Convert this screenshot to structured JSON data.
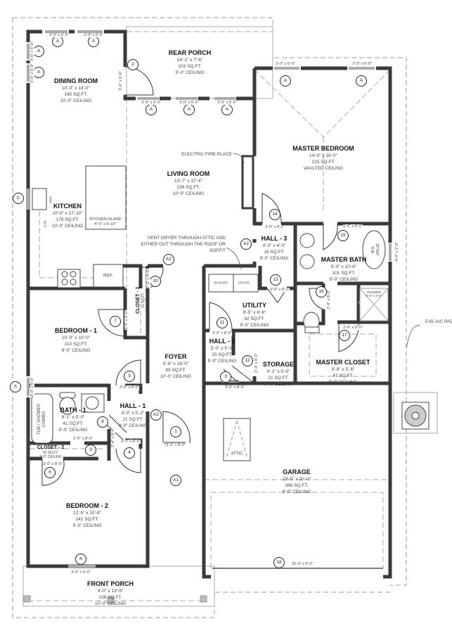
{
  "rooms": [
    {
      "name": "REAR PORCH",
      "dims": "14'-1\" x 7'-6\"",
      "area": "103 SQ.FT.",
      "ceiling": "9'-0\" CEILING"
    },
    {
      "name": "DINING ROOM",
      "dims": "10'-0\" x 14'-0\"",
      "area": "140 SQ.FT.",
      "ceiling": "10'-0\" CEILING"
    },
    {
      "name": "LIVING ROOM",
      "dims": "13'-7\" x 17'-4\"",
      "area": "236 SQ.FT.",
      "ceiling": "10'-0\" CEILING"
    },
    {
      "name": "MASTER BEDROOM",
      "dims": "14'-0\" x 16'-0\"",
      "area": "225 SQ.FT.",
      "ceiling": "VAULTED CEILING"
    },
    {
      "name": "KITCHEN",
      "dims": "10'-0\" x 17'-10\"",
      "area": "179 SQ.FT.",
      "ceiling": "10'-0\" CEILING"
    },
    {
      "name": "HALL - 3",
      "dims": "4'-0\" x 4'-0\"",
      "area": "16 SQ.FT.",
      "ceiling": "9'-0\" CEILING"
    },
    {
      "name": "MASTER BATH",
      "dims": "9'-9\" x 10'-6\"",
      "area": "101 SQ.FT.",
      "ceiling": "9'-0\" CEILING"
    },
    {
      "name": "UTILITY",
      "dims": "9'-5\" x 6'-6\"",
      "area": "62 SQ.FT.",
      "ceiling": "9'-0\" CEILING"
    },
    {
      "name": "BEDROOM - 1",
      "dims": "10'-0\" x 10'-0\"",
      "area": "110 SQ.FT.",
      "ceiling": "9'-0\" CEILING"
    },
    {
      "name": "HALL - 2",
      "dims": "5'-0\" x 5'-0\"",
      "area": "25 SQ.FT.",
      "ceiling": "9'-0\" CEILING"
    },
    {
      "name": "STORAGE",
      "dims": "4'-1\" x 5'-0\"",
      "area": "21 SQ.FT.",
      "ceiling": "9'-0\" CEILING"
    },
    {
      "name": "FOYER",
      "dims": "5'-6\" x 18'-0\"",
      "area": "99 SQ.FT.",
      "ceiling": "10'-0\" CEILING"
    },
    {
      "name": "MASTER CLOSET",
      "dims": "9'-9\" x 5'-6\"",
      "area": "47 SQ.FT.",
      "ceiling": "9'-0\" CEILING"
    },
    {
      "name": "HALL - 1",
      "dims": "4'-0\" x 5'-2\"",
      "area": "21 SQ.FT.",
      "ceiling": "9'-0\" CEILING"
    },
    {
      "name": "BATH - 1",
      "dims": "8'-1\" x 5'-0\"",
      "area": "41 SQ.FT.",
      "ceiling": "9'-0\" CEILING"
    },
    {
      "name": "CLOSET - 2",
      "dims": "",
      "area": "10 SQ.FT.",
      "ceiling": "9'-0\" CEILING"
    },
    {
      "name": "BEDROOM - 2",
      "dims": "12'-5\" x 10'-8\"",
      "area": "142 SQ.FT.",
      "ceiling": "9'-0\" CEILING"
    },
    {
      "name": "GARAGE",
      "dims": "19'-5\" x 20'-0\"",
      "area": "388 SQ.FT.",
      "ceiling": "9'-0\" CEILING"
    },
    {
      "name": "FRONT PORCH",
      "dims": "4'-0\" x 19'-9\"",
      "area": "156 SQ.FT.",
      "ceiling": "10'-0\" CEILING"
    },
    {
      "name": "CLOSET - 1",
      "dims": "",
      "area": "11 SQ.FT.",
      "ceiling": "9'-0\" CEILING"
    }
  ],
  "annotations": {
    "fireplace": "ELECTRIC FIRE PLACE",
    "dryer_vent": "VENT DRYER THROUGH ATTIC AND EITHER OUT THROUGH THE ROOF OR SOFFIT",
    "ac_pad": "5'x5' A/C PAD",
    "kitchen_island": "KITCHEN ISLAND",
    "kitchen_island_dims": "4'-0\" x 6'-10\"",
    "ref": "REF.",
    "washer": "WASHER",
    "dryer": "DRYER",
    "attic": "ATTIC",
    "tub": "TUB",
    "tub_dims": "30\"X60\"",
    "shower": "SHOWER",
    "shower_dims": "3'-0\" x 4'-0\"",
    "tub_shower": "TUB / SHOWER COMBO",
    "sink": "SINK",
    "dw": "D.W."
  },
  "tags": {
    "window_a": "A",
    "window_c": "C",
    "opening_a1": "A1",
    "opening_a2": "A2",
    "doors": [
      "1",
      "2",
      "3",
      "4",
      "5",
      "6",
      "7",
      "8",
      "9",
      "10",
      "11",
      "12",
      "13",
      "14",
      "15",
      "16",
      "17",
      "18"
    ]
  },
  "sizes": {
    "win_3x6": "3'-0\" x 6'-0\"",
    "win_4x2": "4'-0\" x 2'-0\"",
    "door_3x8": "3'-0\" x 8'-0\"",
    "door_26x8": "2'-6\" x 8'-0\"",
    "door_2x8": "2'-0\" x 8'-0\"",
    "door_24x8": "2'-4\" x 8'-0\"",
    "garage_door": "18'-0\" x 8'-0\""
  }
}
